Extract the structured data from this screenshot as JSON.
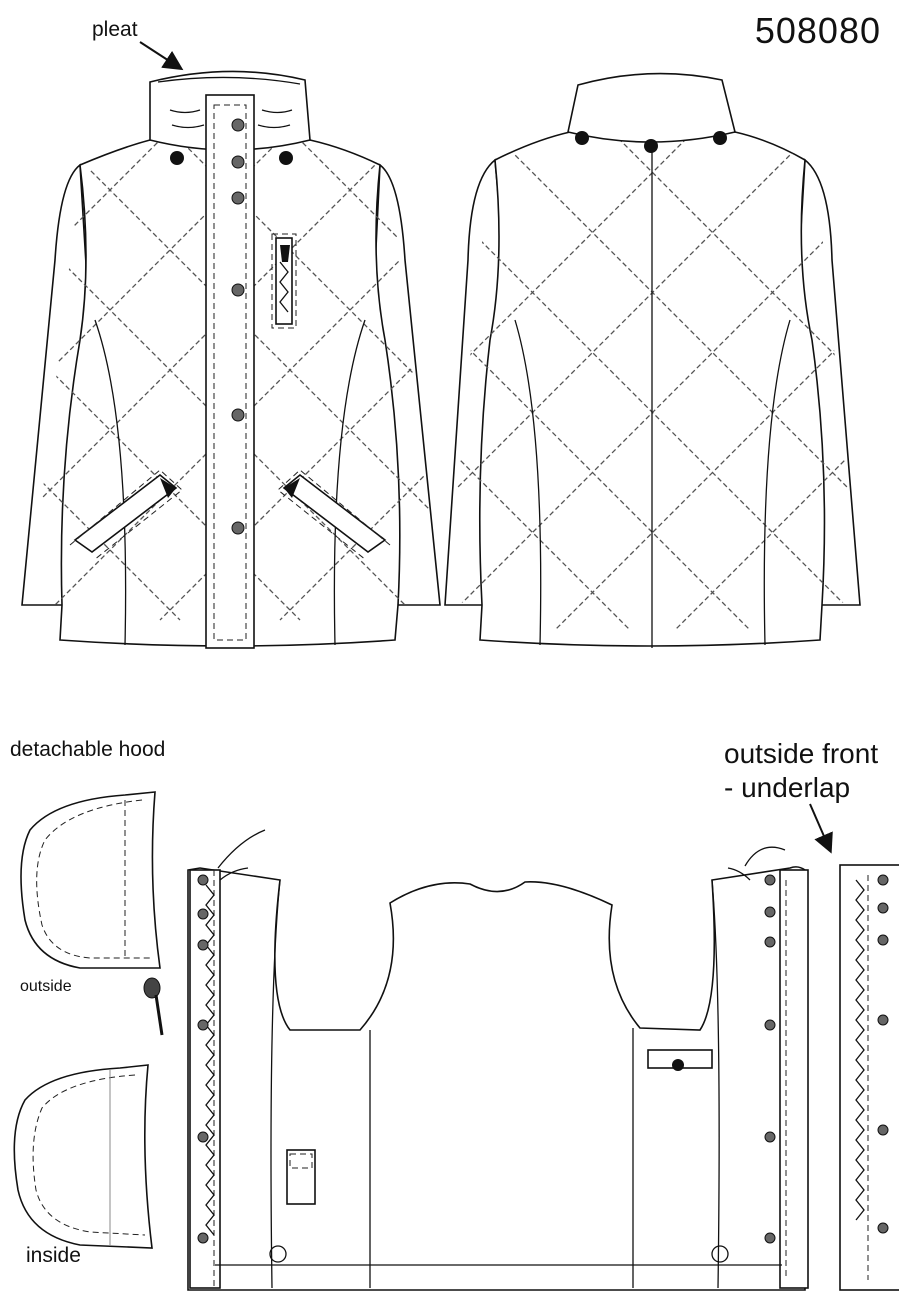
{
  "header": {
    "style_number": "508080"
  },
  "labels": {
    "pleat": "pleat",
    "detachable_hood": "detachable hood",
    "outside": "outside",
    "inside": "inside",
    "outside_front_line1": "outside front",
    "outside_front_line2": "- underlap"
  },
  "colors": {
    "line": "#111111",
    "button": "#666666",
    "snap": "#111111",
    "background": "#ffffff"
  }
}
